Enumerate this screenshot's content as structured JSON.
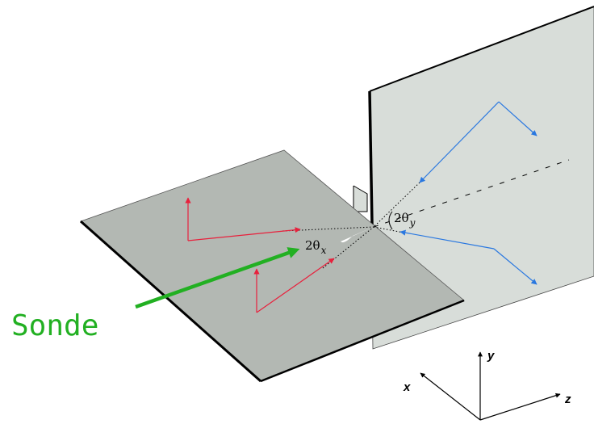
{
  "labels": {
    "probe": "Sonde",
    "angle_x_prefix": "2θ",
    "angle_x_sub": "x",
    "angle_y_prefix": "2θ",
    "angle_y_sub": "y",
    "axis_x": "x",
    "axis_y": "y",
    "axis_z": "z"
  },
  "colors": {
    "horizontal_mirror": "#b3b8b3",
    "vertical_mirror": "#d8ddd9",
    "red_arrows": "#e8203c",
    "blue_arrows": "#2a78e0",
    "probe_arrow": "#22b022",
    "edges": "#000000"
  }
}
